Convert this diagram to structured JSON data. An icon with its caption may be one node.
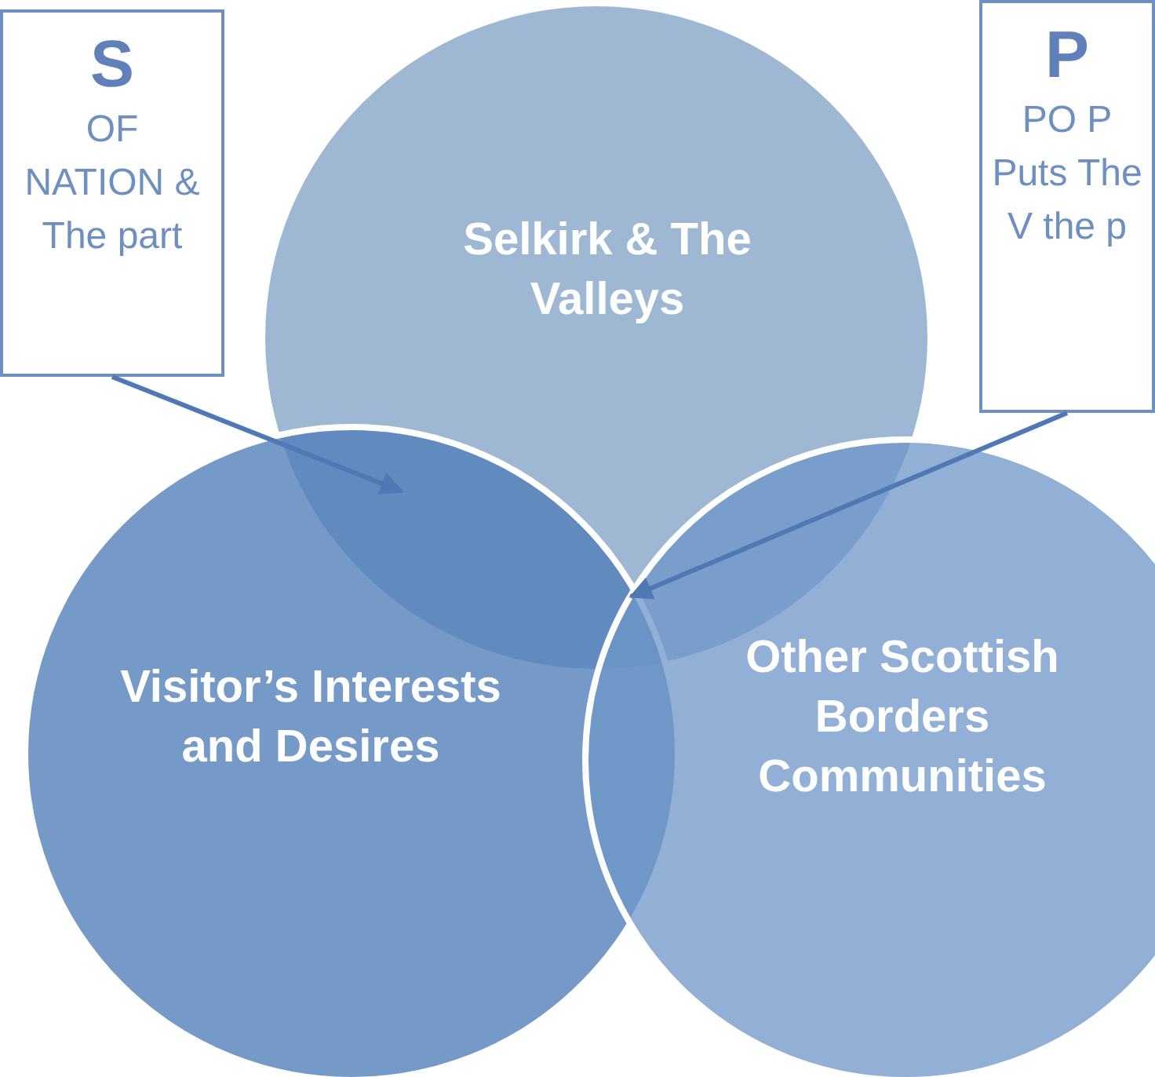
{
  "diagram": {
    "nodes": [
      {
        "text": [
          "S",
          "OF NATION & The part"
        ]
      },
      {
        "text": [
          "P",
          "PO P Puts The V the p"
        ]
      },
      {
        "text": [
          "Selkirk & The Valleys"
        ]
      },
      {
        "text": [
          "Visitor’s Interests and Desires"
        ]
      },
      {
        "text": [
          "Other Scottish Borders Communities"
        ]
      }
    ],
    "edges": [
      {
        "from": 0,
        "to": 3,
        "arrow": "to"
      },
      {
        "from": 1,
        "to": 4,
        "arrow": "to"
      }
    ]
  }
}
